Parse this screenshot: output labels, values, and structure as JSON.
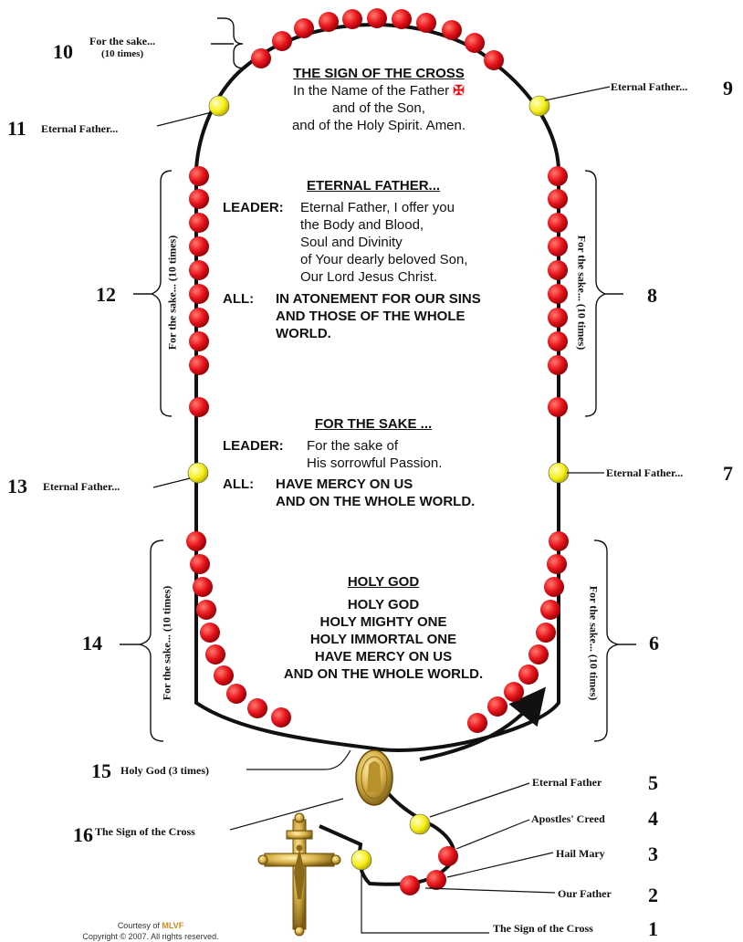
{
  "labels": {
    "n1": "1",
    "n2": "2",
    "n3": "3",
    "n4": "4",
    "n5": "5",
    "n6": "6",
    "n7": "7",
    "n8": "8",
    "n9": "9",
    "n10": "10",
    "n11": "11",
    "n12": "12",
    "n13": "13",
    "n14": "14",
    "n15": "15",
    "n16": "16",
    "sign_cross_1": "The Sign of the Cross",
    "our_father_2": "Our Father",
    "hail_mary_3": "Hail Mary",
    "apostles_creed_4": "Apostles' Creed",
    "eternal_father_5": "Eternal Father",
    "for_sake_6": "For the sake... (10 times)",
    "eternal_father_7": "Eternal Father...",
    "for_sake_8": "For the sake... (10 times)",
    "eternal_father_9": "Eternal Father...",
    "for_sake_10_line1": "For the sake...",
    "for_sake_10_line2": "(10 times)",
    "eternal_father_11": "Eternal Father...",
    "for_sake_12": "For the sake... (10 times)",
    "eternal_father_13": "Eternal Father...",
    "for_sake_14": "For the sake... (10 times)",
    "holy_god_15": "Holy God (3 times)",
    "sign_cross_16": "The Sign of the Cross"
  },
  "prayers": {
    "sign_cross": {
      "title": "THE SIGN OF THE CROSS",
      "line1": "In the Name of the Father",
      "line2": "and of the Son,",
      "line3": "and of the Holy Spirit.  Amen."
    },
    "eternal_father": {
      "title": "ETERNAL FATHER...",
      "leader_label": "LEADER:",
      "leader_lines": [
        "Eternal Father, I offer you",
        "the Body and Blood,",
        "Soul and Divinity",
        "of Your dearly beloved Son,",
        "Our Lord Jesus Christ."
      ],
      "all_label": "ALL:",
      "all_lines": [
        "IN ATONEMENT FOR OUR SINS",
        "AND THOSE OF THE WHOLE",
        "WORLD."
      ]
    },
    "for_sake": {
      "title": "FOR THE SAKE ...",
      "leader_label": "LEADER:",
      "leader_lines": [
        "For the sake of",
        "His sorrowful Passion."
      ],
      "all_label": "ALL:",
      "all_lines": [
        "HAVE MERCY ON US",
        "AND ON THE WHOLE WORLD."
      ]
    },
    "holy_god": {
      "title": "HOLY GOD",
      "lines": [
        "HOLY GOD",
        "HOLY MIGHTY ONE",
        "HOLY IMMORTAL ONE",
        "HAVE MERCY ON US",
        "AND ON THE WHOLE WORLD."
      ]
    }
  },
  "credit": {
    "prefix": "Courtesy of",
    "brand": "MLVF",
    "copyright": "Copyright © 2007.  All rights reserved."
  },
  "colors": {
    "red_bead": "#e8141c",
    "yellow_bead": "#f5ef1a",
    "chain": "#111111",
    "cross_mark": "#e8141c",
    "medal_gold": "#c9a23a"
  }
}
